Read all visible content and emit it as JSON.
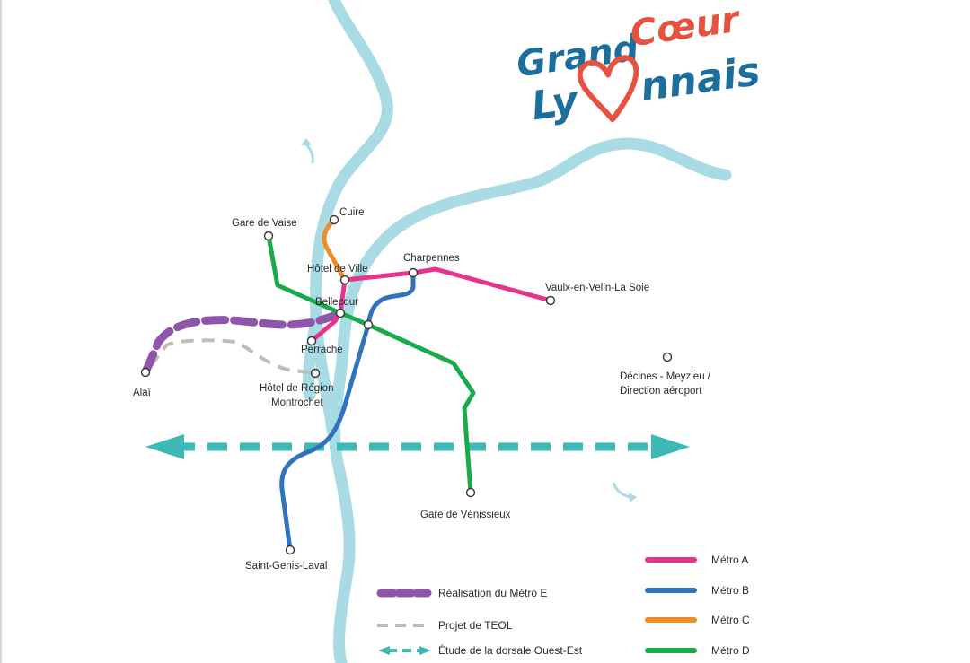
{
  "logo": {
    "line1a": "Grand",
    "line1b": "Cœur",
    "line2a": "Ly",
    "line2b": "nnais"
  },
  "colors": {
    "metro_a": "#e6338c",
    "metro_b": "#2f73bf",
    "metro_c": "#f28c28",
    "metro_d": "#1aaa4a",
    "metro_e": "#8e55a8",
    "teol": "#bdbdbd",
    "dorsale": "#3cb8b5",
    "river": "#a8dbe4",
    "logo_blue": "#1c6f9c",
    "logo_red": "#e5523f"
  },
  "stations": {
    "gare_de_vaise": "Gare de Vaise",
    "cuire": "Cuire",
    "hotel_de_ville": "Hôtel de Ville",
    "charpennes": "Charpennes",
    "vaulx": "Vaulx-en-Velin-La Soie",
    "bellecour": "Bellecour",
    "perrache": "Perrache",
    "alai": "Alaï",
    "hotel_region_1": "Hôtel de Région",
    "hotel_region_2": "Montrochet",
    "decines_1": "Décines - Meyzieu /",
    "decines_2": "Direction aéroport",
    "venissieux": "Gare de Vénissieux",
    "saint_genis": "Saint-Genis-Laval"
  },
  "legend": {
    "metro_e": "Réalisation du Métro E",
    "teol": "Projet de TEOL",
    "dorsale": "Étude de la dorsale Ouest-Est",
    "metro_a": "Métro A",
    "metro_b": "Métro B",
    "metro_c": "Métro C",
    "metro_d": "Métro D"
  }
}
